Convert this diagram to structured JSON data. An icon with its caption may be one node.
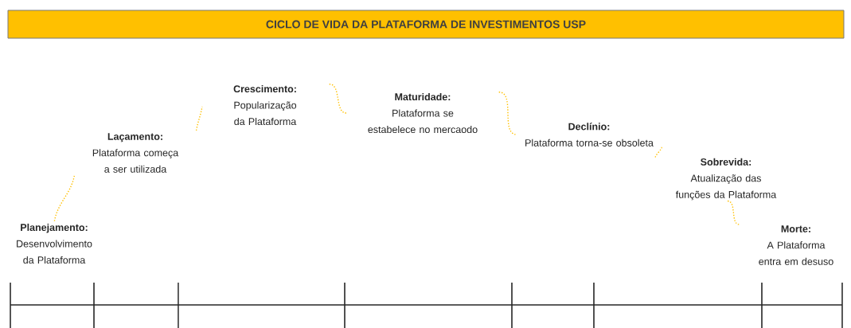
{
  "diagram": {
    "title": "CICLO DE VIDA DA PLATAFORMA DE INVESTIMENTOS USP",
    "nodes": [
      {
        "text": [
          "Planejamento:",
          "Desenvolvimento da Plataforma"
        ]
      },
      {
        "text": [
          "Laçamento:",
          "Plataforma começa a ser utilizada"
        ]
      },
      {
        "text": [
          "Crescimento:",
          "Popularização da Plataforma"
        ]
      },
      {
        "text": [
          "Maturidade:",
          "Plataforma se estabelece no mercaodo"
        ]
      },
      {
        "text": [
          "Declínio:",
          "Plataforma torna-se obsoleta"
        ]
      },
      {
        "text": [
          "Sobrevida:",
          "Atualização das funções da Plataforma"
        ]
      },
      {
        "text": [
          "Morte:",
          "A Plataforma entra em desuso"
        ]
      }
    ],
    "edges": [
      {
        "from": 0,
        "to": 1,
        "arrow": "none"
      },
      {
        "from": 1,
        "to": 2,
        "arrow": "none"
      },
      {
        "from": 2,
        "to": 3,
        "arrow": "none"
      },
      {
        "from": 3,
        "to": 4,
        "arrow": "none"
      },
      {
        "from": 4,
        "to": 5,
        "arrow": "none"
      },
      {
        "from": 5,
        "to": 6,
        "arrow": "none"
      }
    ]
  }
}
